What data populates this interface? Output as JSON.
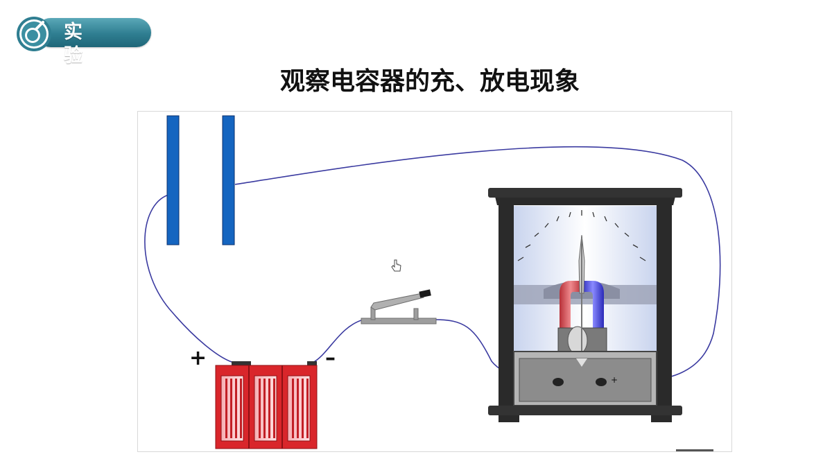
{
  "badge": {
    "label": "实 验"
  },
  "title": "观察电容器的充、放电现象",
  "diagram": {
    "battery": {
      "positive_symbol": "+",
      "negative_symbol": "–",
      "cells": 3
    },
    "galvanometer": {
      "plus_terminal_symbol": "+"
    },
    "colors": {
      "capacitor_plate": "#1565c0",
      "wire": "#3a3aa0",
      "battery": "#d9262b",
      "magnet_red": "#d0434a",
      "magnet_blue": "#3b3bd0",
      "meter_case": "#2a2a2a",
      "badge": "#2f7e91"
    }
  }
}
